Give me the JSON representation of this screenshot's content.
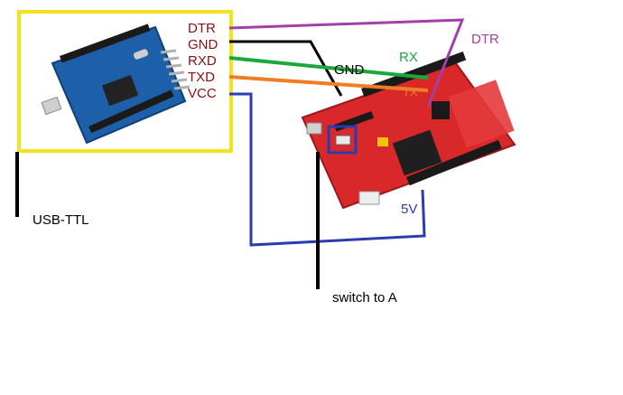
{
  "pins": {
    "dtr": "DTR",
    "gnd": "GND",
    "rxd": "RXD",
    "txd": "TXD",
    "vcc": "VCC"
  },
  "labels": {
    "usb_ttl": "USB-TTL",
    "switch": "switch to A",
    "dtr_target": "DTR",
    "gnd_target": "GND",
    "rx_target": "RX",
    "tx_target": "TX",
    "v5": "5V"
  },
  "colors": {
    "dtr_wire": "#a040a8",
    "gnd_wire": "#000000",
    "rxd_wire": "#1aa83a",
    "txd_wire": "#f07d25",
    "vcc_wire": "#2b3bb0",
    "frame": "#f3e21f",
    "pin_text": "#8a1010",
    "usb_board": "#1d5fa8",
    "red_board": "#d8282a"
  }
}
